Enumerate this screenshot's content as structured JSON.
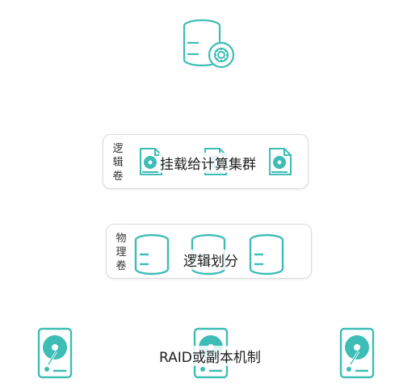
{
  "colors": {
    "accent": "#3dbdb6",
    "fill_light": "#e6f6f5",
    "panel_border": "#dcdcdc"
  },
  "top": {
    "icon": "server-gear-icon"
  },
  "logical_volume": {
    "label_chars": [
      "逻",
      "辑",
      "卷"
    ],
    "caption": "挂载给计算集群",
    "icon": "volume-file-icon"
  },
  "physical_volume": {
    "label_chars": [
      "物",
      "理",
      "卷"
    ],
    "caption": "逻辑划分",
    "icon": "database-stack-icon"
  },
  "disks": {
    "caption": "RAID或副本机制",
    "icon": "hard-disk-icon"
  }
}
